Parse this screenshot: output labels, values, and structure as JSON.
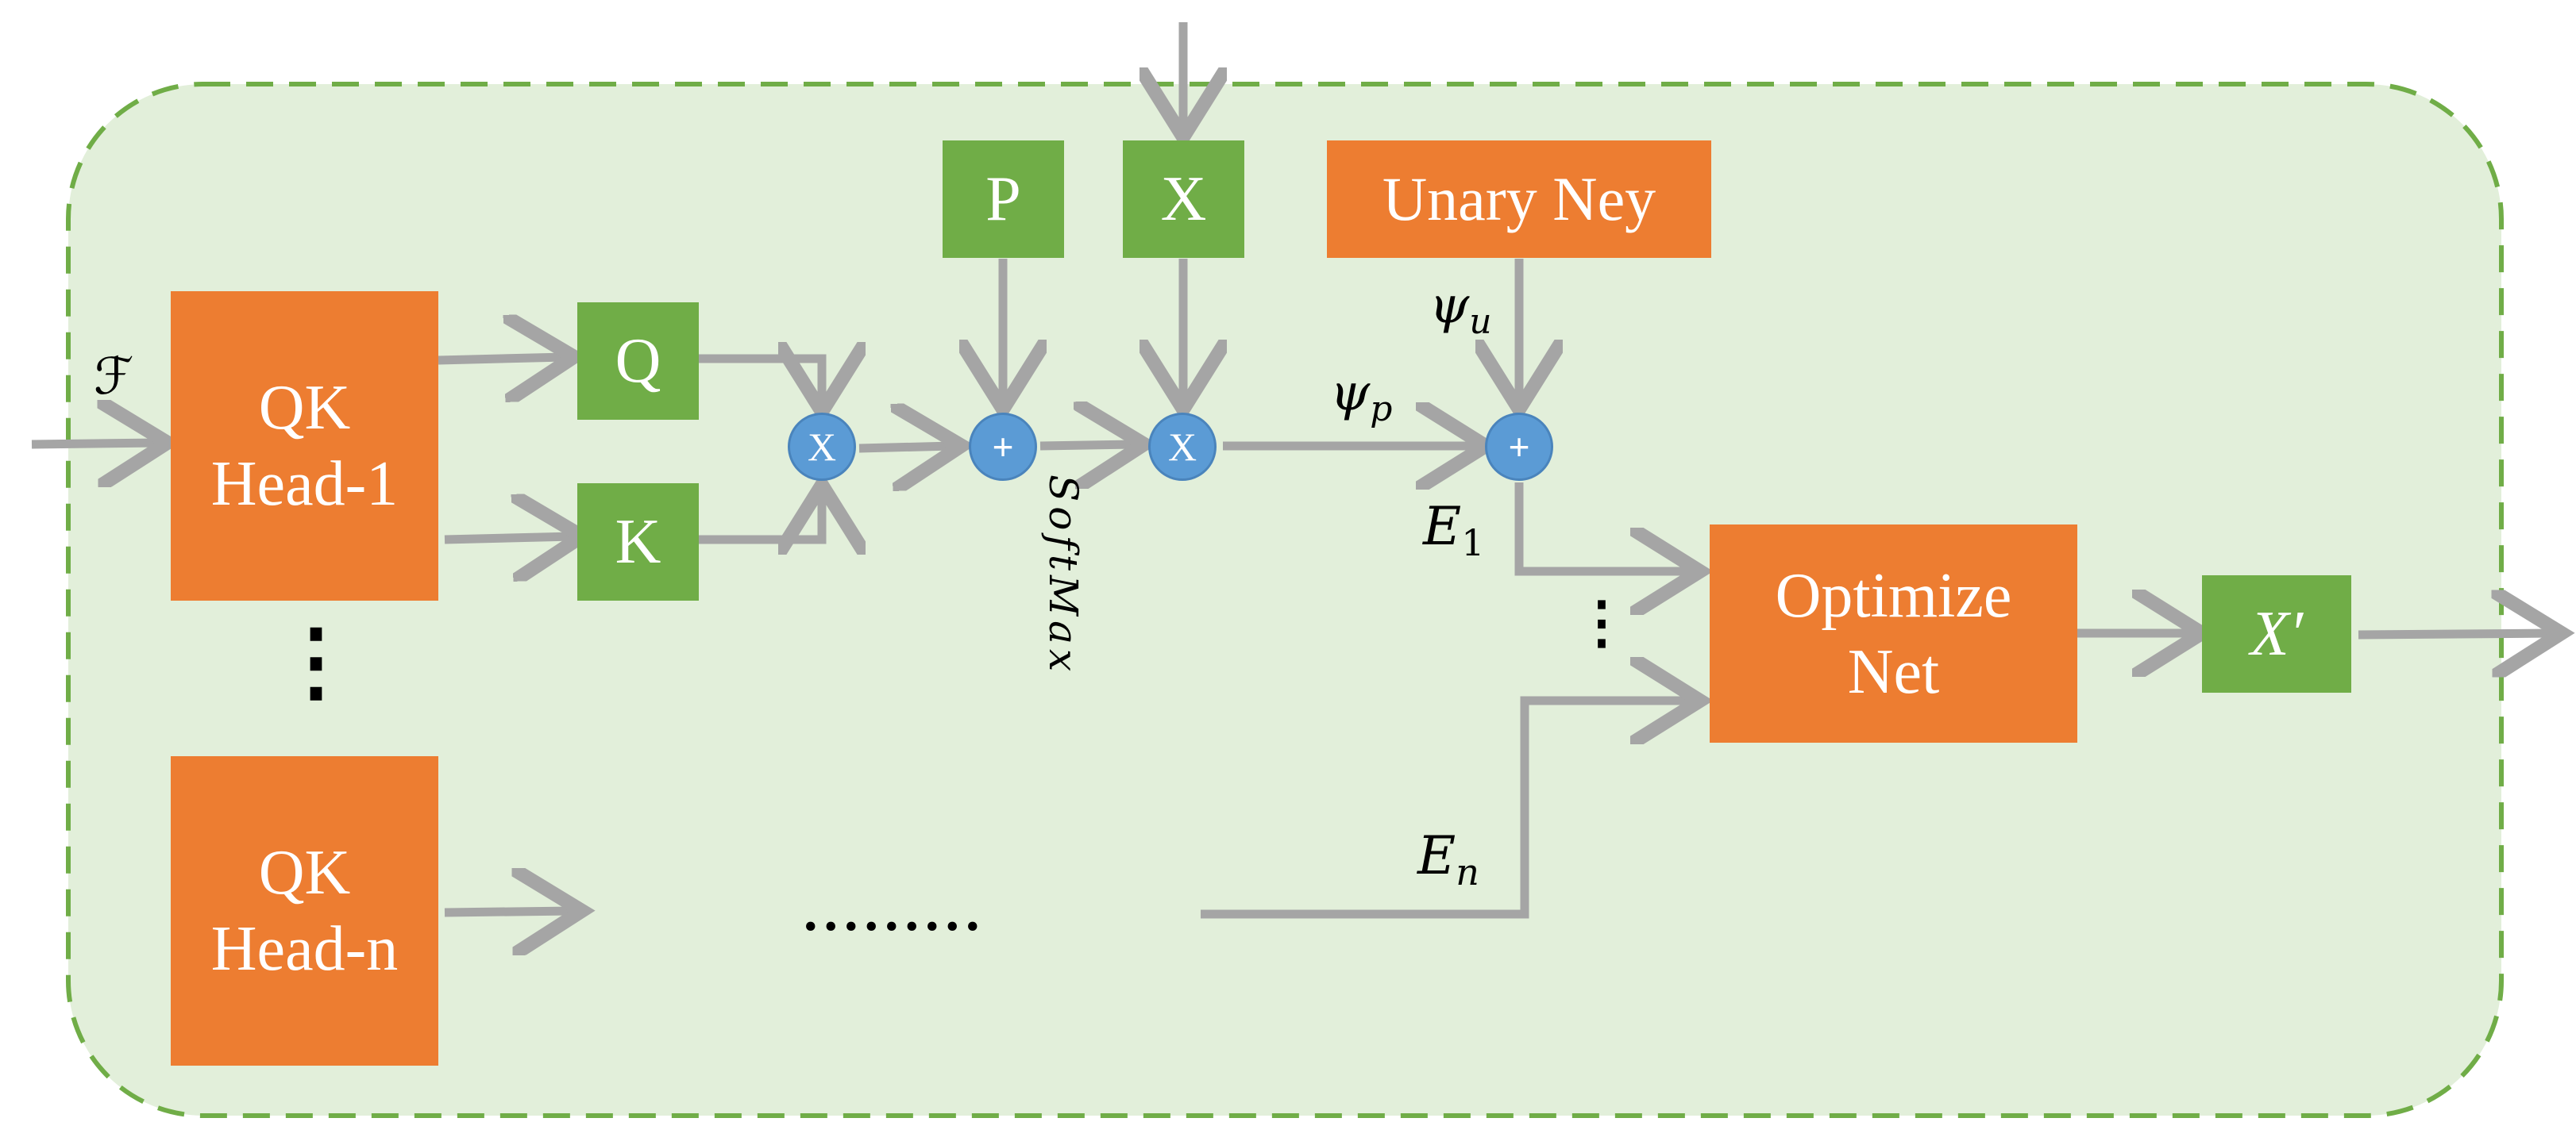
{
  "heads": [
    {
      "line1": "QK",
      "line2": "Head-1"
    },
    {
      "line1": "QK",
      "line2": "Head-n"
    }
  ],
  "blocks": {
    "q": "Q",
    "k": "K",
    "p": "P",
    "x": "X",
    "unary": "Unary Ney",
    "optimize_line1": "Optimize",
    "optimize_line2": "Net",
    "output": "X′"
  },
  "operators": {
    "mul1": "X",
    "add1": "+",
    "mul2": "X",
    "add2": "+"
  },
  "labels": {
    "input": "ℱ",
    "softmax": "SoftMax",
    "psi_p": "ψ",
    "psi_p_sub": "p",
    "psi_u": "ψ",
    "psi_u_sub": "u",
    "e1": "E",
    "e1_sub": "1",
    "en": "E",
    "en_sub": "n",
    "ellipsis_h": ".........",
    "ellipsis_v": "⋮"
  },
  "colors": {
    "container_fill": "#E2EFDA",
    "container_border": "#70AD47",
    "orange": "#ED7D31",
    "green": "#70AD47",
    "operator": "#5B9BD5",
    "arrow": "#A5A5A5"
  }
}
